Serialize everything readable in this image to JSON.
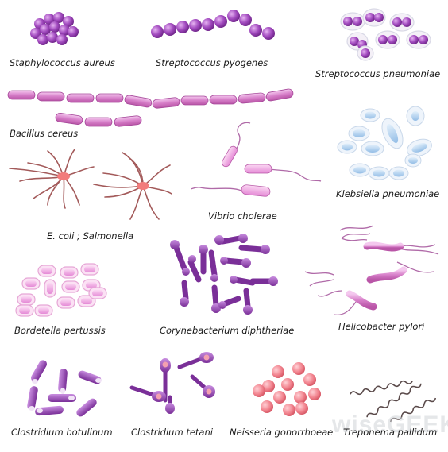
{
  "watermark": "wiseGEEK",
  "bacteria": [
    {
      "name": "Staphylococcus aureus"
    },
    {
      "name": "Streptococcus pyogenes"
    },
    {
      "name": "Streptococcus pneumoniae"
    },
    {
      "name": "Bacillus cereus"
    },
    {
      "name": "Klebsiella pneumoniae"
    },
    {
      "name": "E. coli ; Salmonella"
    },
    {
      "name": "Vibrio cholerae"
    },
    {
      "name": "Bordetella pertussis"
    },
    {
      "name": "Corynebacterium diphtheriae"
    },
    {
      "name": "Helicobacter pylori"
    },
    {
      "name": "Clostridium botulinum"
    },
    {
      "name": "Clostridium tetani"
    },
    {
      "name": "Neisseria gonorrhoeae"
    },
    {
      "name": "Treponema pallidum"
    }
  ],
  "colors": {
    "purple": "#9b3fb5",
    "purple_light": "#cf8fe0",
    "pink": "#e79ad9",
    "pink_light": "#f7d4ef",
    "flagella": "#a35a5a",
    "klebsiella": "#9cc4e8",
    "neisseria": "#f28c96",
    "treponema": "#5a4a4a"
  }
}
